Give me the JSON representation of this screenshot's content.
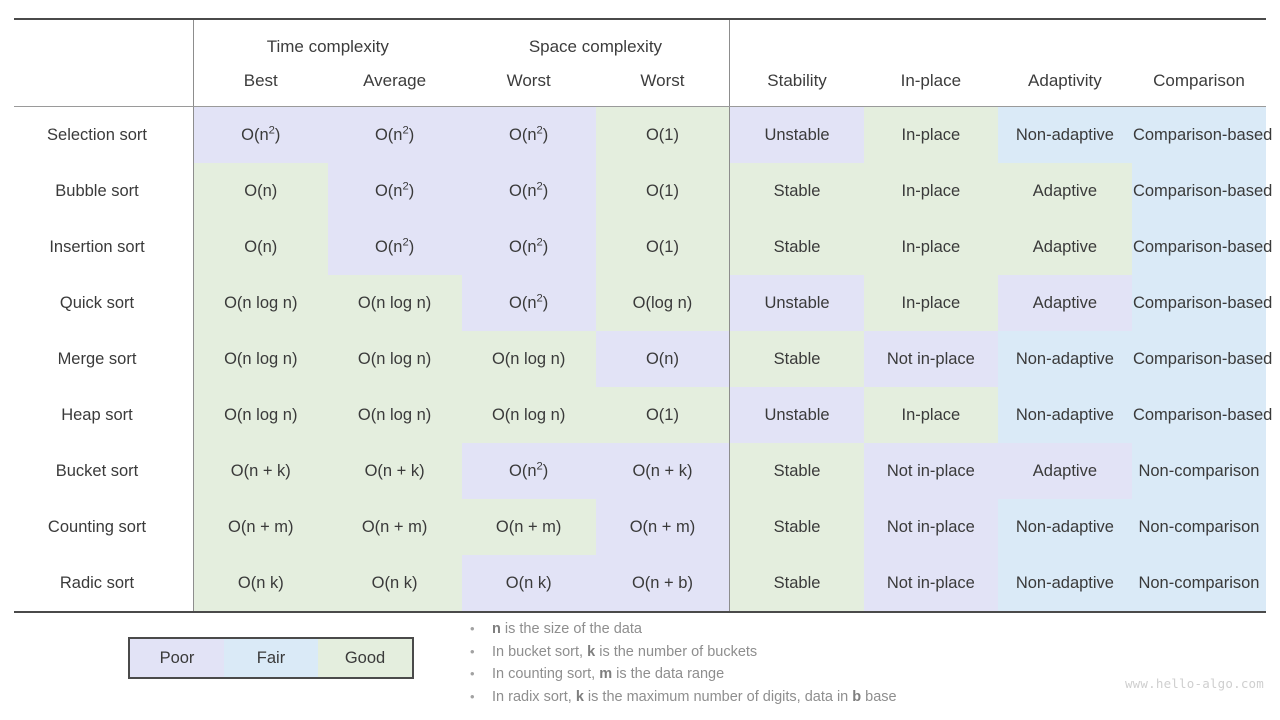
{
  "table": {
    "group_headers": {
      "blank": "",
      "time_complexity": "Time complexity",
      "space_complexity": "Space complexity"
    },
    "sub_headers": {
      "algorithm": "",
      "best": "Best",
      "average": "Average",
      "worst_time": "Worst",
      "worst_space": "Worst",
      "stability": "Stability",
      "in_place": "In-place",
      "adaptivity": "Adaptivity",
      "comparison": "Comparison"
    },
    "rows": [
      {
        "algorithm": "Selection sort",
        "best": "O(n2)",
        "best_base": "O(n",
        "best_sup": "2",
        "best_tail": ")",
        "best_rate": "poor",
        "average": "O(n2)",
        "average_base": "O(n",
        "average_sup": "2",
        "average_tail": ")",
        "average_rate": "poor",
        "worst_time": "O(n2)",
        "worst_time_base": "O(n",
        "worst_time_sup": "2",
        "worst_time_tail": ")",
        "worst_time_rate": "poor",
        "worst_space": "O(1)",
        "worst_space_rate": "good",
        "stability": "Unstable",
        "stability_rate": "poor",
        "in_place": "In-place",
        "in_place_rate": "good",
        "adaptivity": "Non-adaptive",
        "adaptivity_rate": "fair",
        "comparison": "Comparison-based",
        "comparison_rate": "fair"
      },
      {
        "algorithm": "Bubble sort",
        "best": "O(n)",
        "best_rate": "good",
        "average": "O(n2)",
        "average_base": "O(n",
        "average_sup": "2",
        "average_tail": ")",
        "average_rate": "poor",
        "worst_time": "O(n2)",
        "worst_time_base": "O(n",
        "worst_time_sup": "2",
        "worst_time_tail": ")",
        "worst_time_rate": "poor",
        "worst_space": "O(1)",
        "worst_space_rate": "good",
        "stability": "Stable",
        "stability_rate": "good",
        "in_place": "In-place",
        "in_place_rate": "good",
        "adaptivity": "Adaptive",
        "adaptivity_rate": "good",
        "comparison": "Comparison-based",
        "comparison_rate": "fair"
      },
      {
        "algorithm": "Insertion sort",
        "best": "O(n)",
        "best_rate": "good",
        "average": "O(n2)",
        "average_base": "O(n",
        "average_sup": "2",
        "average_tail": ")",
        "average_rate": "poor",
        "worst_time": "O(n2)",
        "worst_time_base": "O(n",
        "worst_time_sup": "2",
        "worst_time_tail": ")",
        "worst_time_rate": "poor",
        "worst_space": "O(1)",
        "worst_space_rate": "good",
        "stability": "Stable",
        "stability_rate": "good",
        "in_place": "In-place",
        "in_place_rate": "good",
        "adaptivity": "Adaptive",
        "adaptivity_rate": "good",
        "comparison": "Comparison-based",
        "comparison_rate": "fair"
      },
      {
        "algorithm": "Quick sort",
        "best": "O(n log n)",
        "best_rate": "good",
        "average": "O(n log n)",
        "average_rate": "good",
        "worst_time": "O(n2)",
        "worst_time_base": "O(n",
        "worst_time_sup": "2",
        "worst_time_tail": ")",
        "worst_time_rate": "poor",
        "worst_space": "O(log n)",
        "worst_space_rate": "good",
        "stability": "Unstable",
        "stability_rate": "poor",
        "in_place": "In-place",
        "in_place_rate": "good",
        "adaptivity": "Adaptive",
        "adaptivity_rate": "poor",
        "comparison": "Comparison-based",
        "comparison_rate": "fair"
      },
      {
        "algorithm": "Merge sort",
        "best": "O(n log n)",
        "best_rate": "good",
        "average": "O(n log n)",
        "average_rate": "good",
        "worst_time": "O(n log n)",
        "worst_time_rate": "good",
        "worst_space": "O(n)",
        "worst_space_rate": "poor",
        "stability": "Stable",
        "stability_rate": "good",
        "in_place": "Not in-place",
        "in_place_rate": "poor",
        "adaptivity": "Non-adaptive",
        "adaptivity_rate": "fair",
        "comparison": "Comparison-based",
        "comparison_rate": "fair"
      },
      {
        "algorithm": "Heap sort",
        "best": "O(n log n)",
        "best_rate": "good",
        "average": "O(n log n)",
        "average_rate": "good",
        "worst_time": "O(n log n)",
        "worst_time_rate": "good",
        "worst_space": "O(1)",
        "worst_space_rate": "good",
        "stability": "Unstable",
        "stability_rate": "poor",
        "in_place": "In-place",
        "in_place_rate": "good",
        "adaptivity": "Non-adaptive",
        "adaptivity_rate": "fair",
        "comparison": "Comparison-based",
        "comparison_rate": "fair"
      },
      {
        "algorithm": "Bucket sort",
        "best": "O(n + k)",
        "best_rate": "good",
        "average": "O(n + k)",
        "average_rate": "good",
        "worst_time": "O(n2)",
        "worst_time_base": "O(n",
        "worst_time_sup": "2",
        "worst_time_tail": ")",
        "worst_time_rate": "poor",
        "worst_space": "O(n + k)",
        "worst_space_rate": "poor",
        "stability": "Stable",
        "stability_rate": "good",
        "in_place": "Not in-place",
        "in_place_rate": "poor",
        "adaptivity": "Adaptive",
        "adaptivity_rate": "poor",
        "comparison": "Non-comparison",
        "comparison_rate": "fair"
      },
      {
        "algorithm": "Counting sort",
        "best": "O(n + m)",
        "best_rate": "good",
        "average": "O(n + m)",
        "average_rate": "good",
        "worst_time": "O(n + m)",
        "worst_time_rate": "good",
        "worst_space": "O(n + m)",
        "worst_space_rate": "poor",
        "stability": "Stable",
        "stability_rate": "good",
        "in_place": "Not in-place",
        "in_place_rate": "poor",
        "adaptivity": "Non-adaptive",
        "adaptivity_rate": "fair",
        "comparison": "Non-comparison",
        "comparison_rate": "fair"
      },
      {
        "algorithm": "Radic sort",
        "best": "O(n k)",
        "best_rate": "good",
        "average": "O(n k)",
        "average_rate": "good",
        "worst_time": "O(n k)",
        "worst_time_rate": "poor",
        "worst_space": "O(n + b)",
        "worst_space_rate": "poor",
        "stability": "Stable",
        "stability_rate": "good",
        "in_place": "Not in-place",
        "in_place_rate": "poor",
        "adaptivity": "Non-adaptive",
        "adaptivity_rate": "fair",
        "comparison": "Non-comparison",
        "comparison_rate": "fair"
      }
    ]
  },
  "legend": {
    "poor": "Poor",
    "fair": "Fair",
    "good": "Good",
    "colors": {
      "poor": "#e2e3f6",
      "fair": "#daeaf7",
      "good": "#e4eede"
    }
  },
  "notes": {
    "bullet": "•",
    "items": [
      {
        "pre": "",
        "var1": "n",
        "mid": " is the size of the data",
        "var2": "",
        "post": ""
      },
      {
        "pre": "In bucket sort, ",
        "var1": "k",
        "mid": " is the number of buckets",
        "var2": "",
        "post": ""
      },
      {
        "pre": "In counting sort, ",
        "var1": "m",
        "mid": " is the data range",
        "var2": "",
        "post": ""
      },
      {
        "pre": "In radix sort, ",
        "var1": "k",
        "mid": " is the maximum number of digits, data in ",
        "var2": "b",
        "post": " base"
      }
    ]
  },
  "watermark": "www.hello-algo.com"
}
